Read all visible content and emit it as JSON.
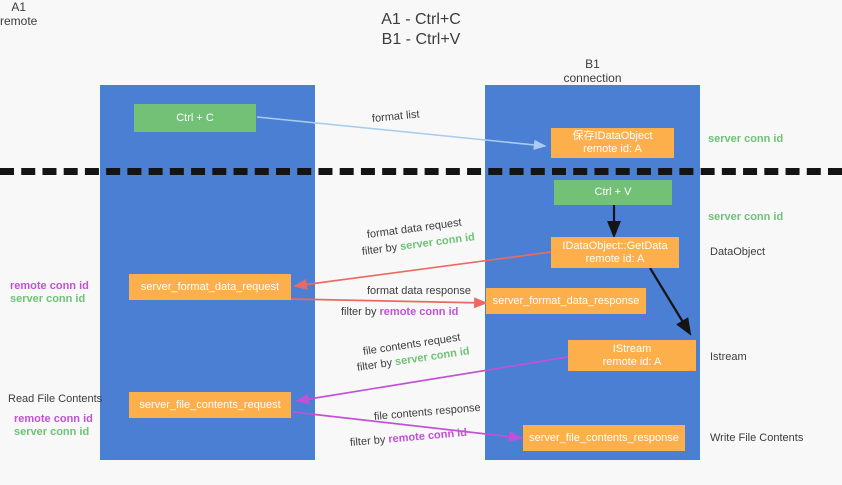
{
  "title": {
    "line1": "A1 - Ctrl+C",
    "line2": "B1 - Ctrl+V"
  },
  "lanes": [
    {
      "name": "A1",
      "sub": "remote"
    },
    {
      "name": "B1",
      "sub": "connection"
    }
  ],
  "boxes": {
    "ctrl_c": "Ctrl + C",
    "ctrl_v": "Ctrl + V",
    "save_idataobject": "保存IDataObject\nremote id: A",
    "idataobject_getdata": "IDataObject::GetData\nremote id: A",
    "istream": "IStream\nremote id: A",
    "server_format_data_request": "server_format_data_request",
    "server_format_data_response": "server_format_data_response",
    "server_file_contents_request": "server_file_contents_request",
    "server_file_contents_response": "server_file_contents_response"
  },
  "right_labels": {
    "server_conn_id_1": "server conn id",
    "server_conn_id_2": "server conn id",
    "dataobject": "DataObject",
    "istream": "Istream",
    "write_file_contents": "Write File Contents"
  },
  "left_labels": {
    "remote_conn_id_1": "remote conn id",
    "server_conn_id_1": "server conn id",
    "read_file_contents": "Read File Contents",
    "remote_conn_id_2": "remote conn id",
    "server_conn_id_2": "server conn id"
  },
  "edge_labels": {
    "format_list": "format list",
    "format_data_request": "format data request",
    "format_data_request_filter_prefix": "filter by ",
    "format_data_request_filter_key": "server conn id",
    "format_data_response": "format data response",
    "format_data_response_filter_prefix": "filter by ",
    "format_data_response_filter_key": "remote conn id",
    "file_contents_request": "file contents request",
    "file_contents_request_filter_prefix": "filter by ",
    "file_contents_request_filter_key": "server conn id",
    "file_contents_response": "file contents response",
    "file_contents_response_filter_prefix": "filter by ",
    "file_contents_response_filter_key": "remote conn id"
  },
  "colors": {
    "lane": "#4a7fd4",
    "green_box": "#72c176",
    "orange_box": "#fcaf4b",
    "red_arrow": "#ea6a62",
    "magenta_arrow": "#c152d6",
    "light_blue_arrow": "#a8cdf0",
    "black_arrow": "#141414",
    "green_text": "#6fc276",
    "purple_text": "#c152d6"
  }
}
